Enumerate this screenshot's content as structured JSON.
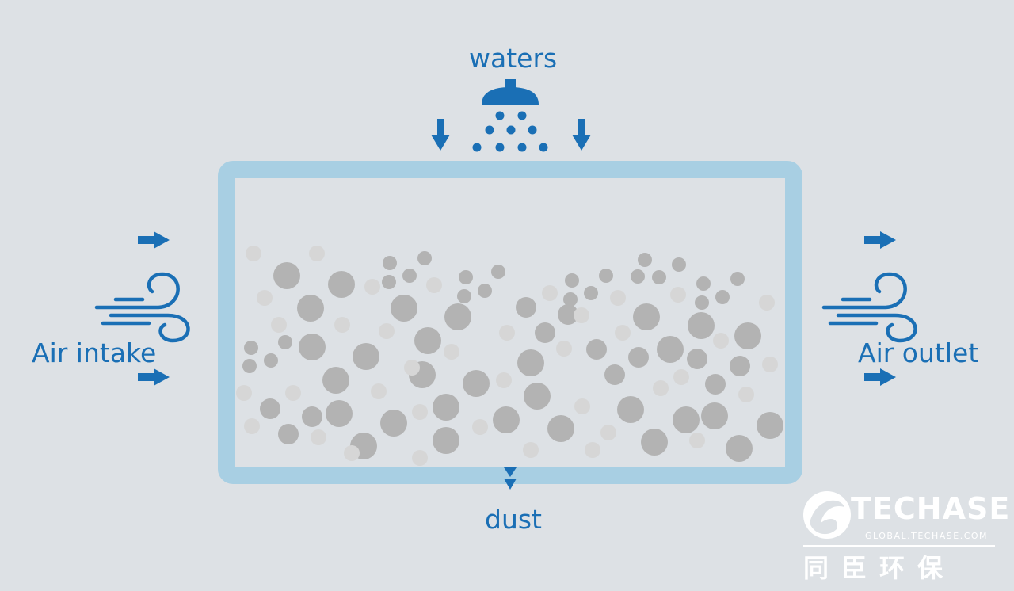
{
  "labels": {
    "water": "waters",
    "intake": "Air intake",
    "outlet": "Air outlet",
    "dust": "dust"
  },
  "logo": {
    "brand": "TECHASE",
    "url": "GLOBAL.TECHASE.COM",
    "chinese": "同臣环保"
  },
  "colors": {
    "accent": "#1a6fb5",
    "frame": "#a8cfe3",
    "particle": "#b3b3b3",
    "particle_faint": "#d6d6d6",
    "background": "#dde1e5"
  },
  "icons": [
    "shower-head-icon",
    "down-arrow-icon",
    "right-arrow-icon",
    "wind-icon",
    "techase-logo-icon"
  ]
}
